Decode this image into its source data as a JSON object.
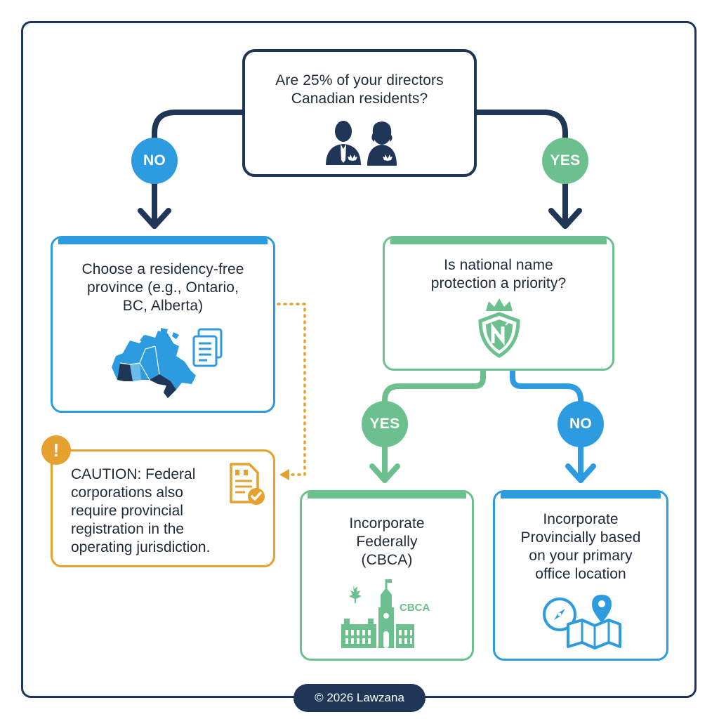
{
  "question": {
    "text": "Are 25% of your directors\nCanadian residents?",
    "icon": "directors-icon"
  },
  "branch_no": {
    "label": "NO"
  },
  "branch_yes": {
    "label": "YES"
  },
  "residency_free": {
    "text": "Choose a residency-free\nprovince (e.g., Ontario,\nBC, Alberta)",
    "icons": [
      "canada-map-icon",
      "documents-icon"
    ]
  },
  "name_protection": {
    "text": "Is national name\nprotection a priority?",
    "icon": "shield-crown-icon"
  },
  "sub_yes": {
    "label": "YES"
  },
  "sub_no": {
    "label": "NO"
  },
  "federal": {
    "text": "Incorporate\nFederally\n(CBCA)",
    "icon_label": "CBCA",
    "icon": "parliament-icon"
  },
  "provincial": {
    "text": "Incorporate\nProvincially based\non your primary\noffice location",
    "icons": [
      "compass-icon",
      "map-pin-icon"
    ]
  },
  "caution": {
    "alert_icon": "!",
    "text": "CAUTION: Federal\ncorporations also\nrequire provincial\nregistration in the\noperating jurisdiction.",
    "icon": "certificate-check-icon"
  },
  "footer": {
    "copyright": "© 2026 Lawzana"
  },
  "colors": {
    "navy": "#1f3657",
    "blue": "#2d9be0",
    "green": "#6cc08e",
    "orange": "#e5a02d"
  }
}
